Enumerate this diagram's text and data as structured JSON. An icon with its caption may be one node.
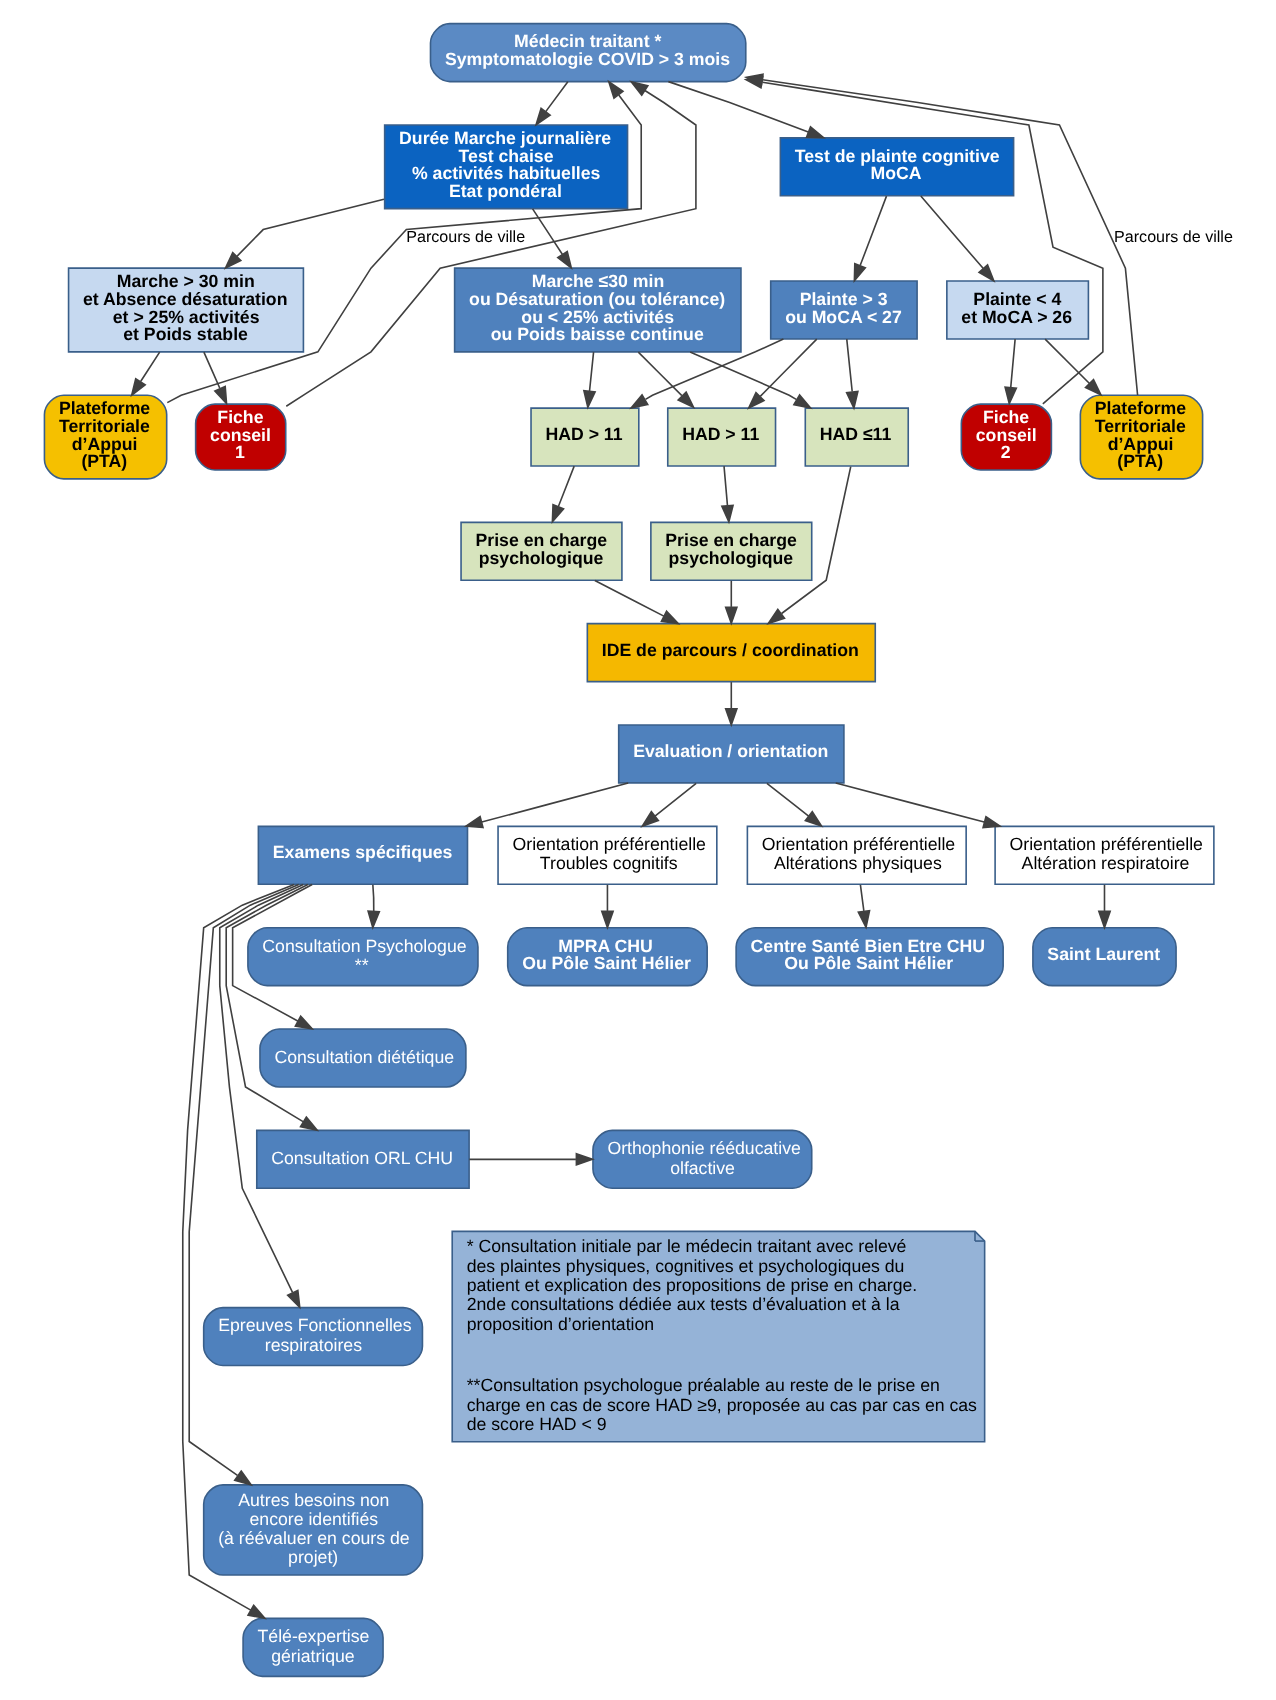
{
  "diagram": {
    "nodes": [
      {
        "text": [
          "Médecin traitant *",
          "Symptomatologie COVID > 3 mois"
        ]
      },
      {
        "text": [
          "Durée Marche journalière",
          "Test chaise",
          "% activités habituelles",
          "Etat pondéral"
        ]
      },
      {
        "text": [
          "Test de plainte cognitive",
          "MoCA"
        ]
      },
      {
        "text": [
          "Marche > 30 min",
          "et Absence désaturation",
          "et > 25% activités",
          "et Poids stable"
        ]
      },
      {
        "text": [
          "Marche ≤30 min",
          "ou Désaturation (ou tolérance)",
          "ou < 25% activités",
          "ou Poids baisse continue"
        ]
      },
      {
        "text": [
          "Plainte > 3",
          "ou MoCA < 27"
        ]
      },
      {
        "text": [
          "Plainte < 4",
          "et MoCA > 26"
        ]
      },
      {
        "text": [
          "Plateforme Territoriale d’Appui (PTA)"
        ]
      },
      {
        "text": [
          "Fiche conseil 1"
        ]
      },
      {
        "text": [
          "HAD > 11"
        ]
      },
      {
        "text": [
          "HAD ≤11"
        ]
      },
      {
        "text": [
          "HAD > 11"
        ]
      },
      {
        "text": [
          "Prise en charge psychologique"
        ]
      },
      {
        "text": [
          "Prise en charge psychologique"
        ]
      },
      {
        "text": [
          "Fiche conseil 2"
        ]
      },
      {
        "text": [
          "Plateforme Territoriale d’Appui (PTA)"
        ]
      },
      {
        "text": [
          "IDE de parcours / coordination"
        ]
      },
      {
        "text": [
          "Evaluation / orientation"
        ]
      },
      {
        "text": [
          "Examens spécifiques"
        ]
      },
      {
        "text": [
          "Orientation préférentielle",
          "Troubles cognitifs"
        ]
      },
      {
        "text": [
          "Orientation préférentielle",
          "Altérations physiques"
        ]
      },
      {
        "text": [
          "Orientation préférentielle",
          "Altération respiratoire"
        ]
      },
      {
        "text": [
          "MPRA CHU",
          "Ou Pôle Saint Hélier"
        ]
      },
      {
        "text": [
          "Centre Santé Bien Etre CHU",
          "Ou Pôle Saint Hélier"
        ]
      },
      {
        "text": [
          "Saint Laurent"
        ]
      },
      {
        "text": [
          "Consultation Psychologue **"
        ]
      },
      {
        "text": [
          "Consultation diététique"
        ]
      },
      {
        "text": [
          "Consultation ORL CHU"
        ]
      },
      {
        "text": [
          "Orthophonie rééducative olfactive"
        ]
      },
      {
        "text": [
          "Epreuves Fonctionnelles respiratoires"
        ]
      },
      {
        "text": [
          "Autres besoins non encore identifiés",
          "(à réévaluer en cours de projet)"
        ]
      },
      {
        "text": [
          "Télé-expertise gériatrique"
        ]
      },
      {
        "text": [
          "* Consultation initiale par le médecin traitant avec relevé des plaintes physiques, cognitives et psychologiques du patient et explication des propositions de prise en charge. 2nde consultations dédiée aux tests d’évaluation et à la proposition d’orientation",
          "**Consultation psychologue préalable au reste de le prise en charge en cas de score HAD ≥9, proposée au cas par cas en cas de score HAD < 9"
        ]
      }
    ],
    "edges": [
      {
        "from": 0,
        "to": 1,
        "arrow": "to"
      },
      {
        "from": 0,
        "to": 2,
        "arrow": "to"
      },
      {
        "from": 1,
        "to": 3,
        "arrow": "to"
      },
      {
        "from": 1,
        "to": 4,
        "arrow": "to"
      },
      {
        "from": 2,
        "to": 5,
        "arrow": "to"
      },
      {
        "from": 2,
        "to": 6,
        "arrow": "to"
      },
      {
        "from": 3,
        "to": 7,
        "arrow": "to"
      },
      {
        "from": 3,
        "to": 8,
        "arrow": "to"
      },
      {
        "from": 4,
        "to": 9,
        "arrow": "to"
      },
      {
        "from": 4,
        "to": 10,
        "arrow": "to"
      },
      {
        "from": 4,
        "to": 11,
        "arrow": "to"
      },
      {
        "from": 5,
        "to": 9,
        "arrow": "to"
      },
      {
        "from": 5,
        "to": 10,
        "arrow": "to"
      },
      {
        "from": 5,
        "to": 11,
        "arrow": "to"
      },
      {
        "from": 6,
        "to": 14,
        "arrow": "to"
      },
      {
        "from": 6,
        "to": 15,
        "arrow": "to"
      },
      {
        "from": 9,
        "to": 12,
        "arrow": "to"
      },
      {
        "from": 11,
        "to": 13,
        "arrow": "to"
      },
      {
        "from": 7,
        "to": 0,
        "arrow": "to",
        "label": "Parcours de ville"
      },
      {
        "from": 8,
        "to": 0,
        "arrow": "to"
      },
      {
        "from": 14,
        "to": 0,
        "arrow": "to"
      },
      {
        "from": 15,
        "to": 0,
        "arrow": "to",
        "label": "Parcours de ville"
      },
      {
        "from": 12,
        "to": 16,
        "arrow": "to"
      },
      {
        "from": 10,
        "to": 16,
        "arrow": "to"
      },
      {
        "from": 13,
        "to": 16,
        "arrow": "to"
      },
      {
        "from": 16,
        "to": 17,
        "arrow": "to"
      },
      {
        "from": 17,
        "to": 18,
        "arrow": "to"
      },
      {
        "from": 17,
        "to": 19,
        "arrow": "to"
      },
      {
        "from": 17,
        "to": 20,
        "arrow": "to"
      },
      {
        "from": 17,
        "to": 21,
        "arrow": "to"
      },
      {
        "from": 19,
        "to": 22,
        "arrow": "to"
      },
      {
        "from": 20,
        "to": 23,
        "arrow": "to"
      },
      {
        "from": 21,
        "to": 24,
        "arrow": "to"
      },
      {
        "from": 18,
        "to": 25,
        "arrow": "to"
      },
      {
        "from": 18,
        "to": 26,
        "arrow": "to"
      },
      {
        "from": 18,
        "to": 27,
        "arrow": "to"
      },
      {
        "from": 27,
        "to": 28,
        "arrow": "to"
      },
      {
        "from": 18,
        "to": 29,
        "arrow": "to"
      },
      {
        "from": 18,
        "to": 30,
        "arrow": "to"
      },
      {
        "from": 18,
        "to": 31,
        "arrow": "to"
      }
    ]
  }
}
